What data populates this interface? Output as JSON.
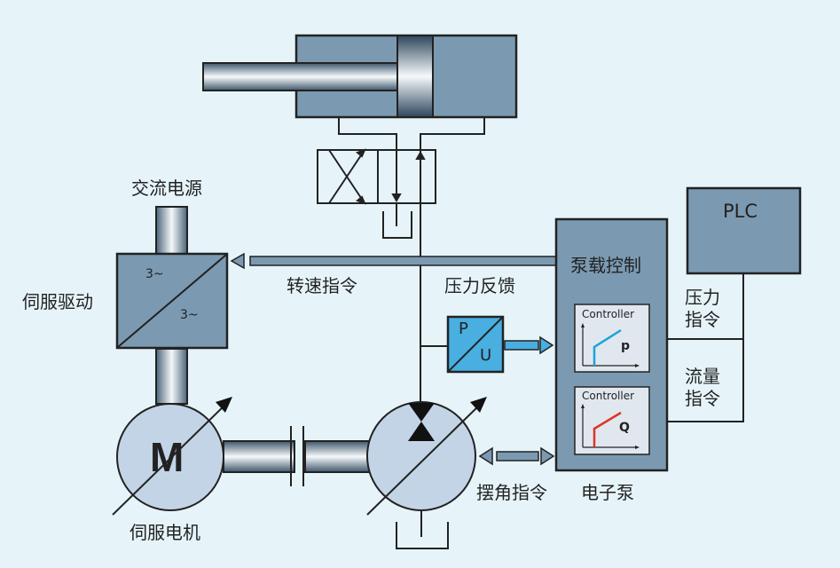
{
  "colors": {
    "background": "#e6f4fa",
    "block_fill": "#7b9ab2",
    "motor_fill": "#c3d4e6",
    "sensor_fill": "#49aee0",
    "controller_fill": "#e1e7ef",
    "pressure_curve": "#1aa4dc",
    "flow_curve": "#e0332a",
    "line": "#222222"
  },
  "labels": {
    "ac_power": "交流电源",
    "servo_drive": "伺服驱动",
    "drive_in": "3~",
    "drive_out": "3~",
    "speed_command": "转速指令",
    "pressure_feedback": "压力反馈",
    "pump_control": "泵载控制",
    "plc": "PLC",
    "pressure_command_1": "压力",
    "pressure_command_2": "指令",
    "flow_command_1": "流量",
    "flow_command_2": "指令",
    "motor_symbol": "M",
    "servo_motor": "伺服电机",
    "swing_command": "摆角指令",
    "electronic_pump": "电子泵",
    "transducer_p": "P",
    "transducer_u": "U"
  },
  "controllers": [
    {
      "title": "Controller",
      "variable": "p"
    },
    {
      "title": "Controller",
      "variable": "Q"
    }
  ]
}
